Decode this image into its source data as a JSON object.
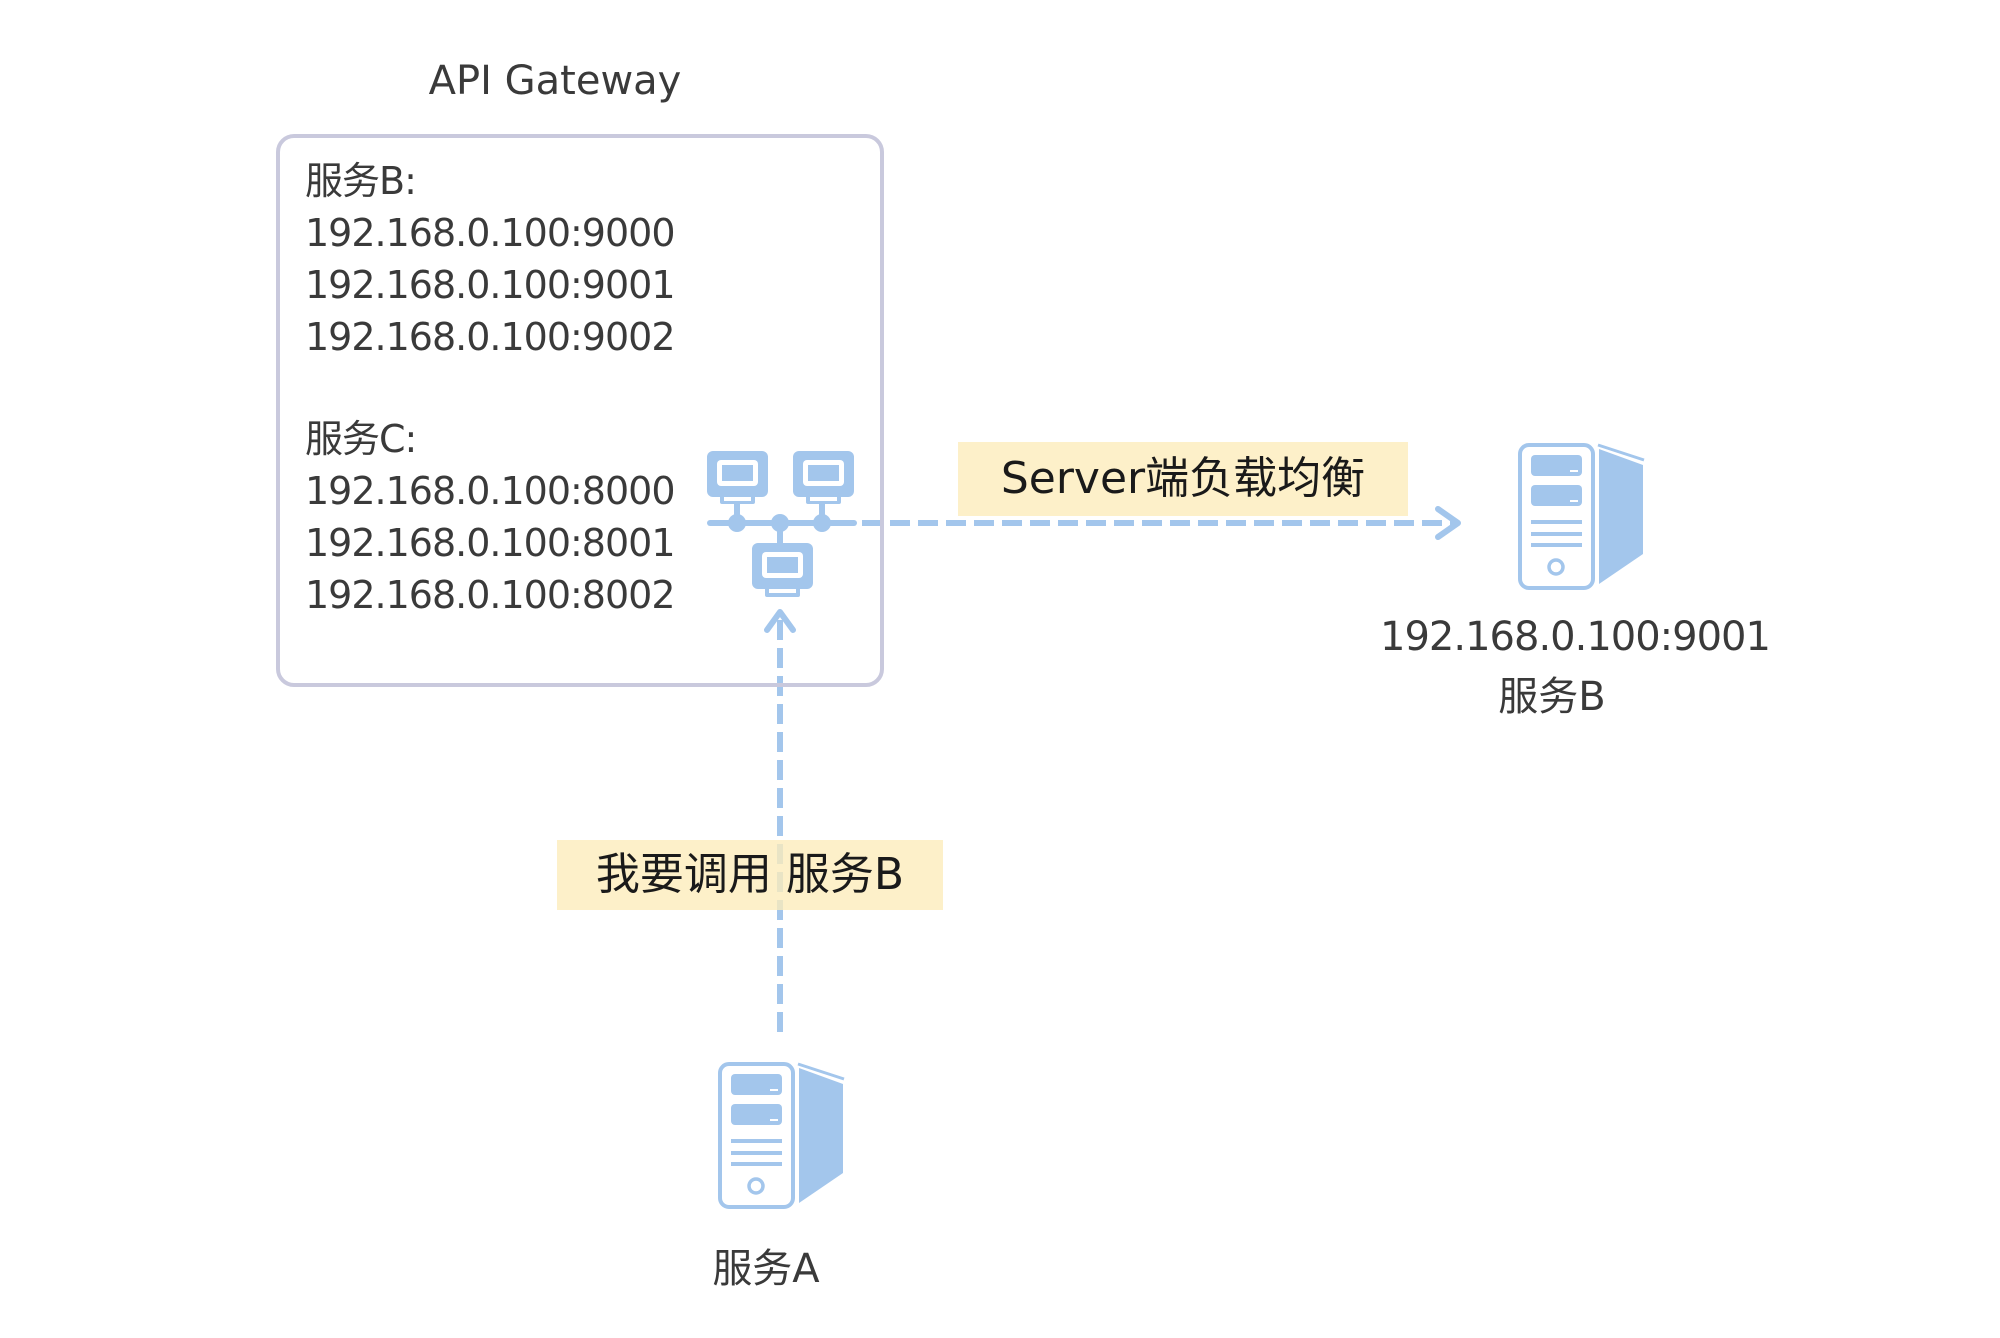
{
  "gateway": {
    "title": "API Gateway",
    "registry": [
      {
        "service": "服务B:",
        "instances": [
          "192.168.0.100:9000",
          "192.168.0.100:9001",
          "192.168.0.100:9002"
        ]
      },
      {
        "service": "服务C:",
        "instances": [
          "192.168.0.100:8000",
          "192.168.0.100:8001",
          "192.168.0.100:8002"
        ]
      }
    ],
    "icon": "network-topology-icon"
  },
  "edges": {
    "load_balance_label": "Server端负载均衡",
    "call_label": "我要调用 服务B"
  },
  "nodes": {
    "target": {
      "address": "192.168.0.100:9001",
      "name": "服务B",
      "icon": "server-icon"
    },
    "caller": {
      "name": "服务A",
      "icon": "server-icon"
    }
  },
  "colors": {
    "icon_blue": "#a3c6ec",
    "box_border": "#c9c9dd",
    "label_bg": "#fdecba",
    "text": "#3a3a3a"
  }
}
